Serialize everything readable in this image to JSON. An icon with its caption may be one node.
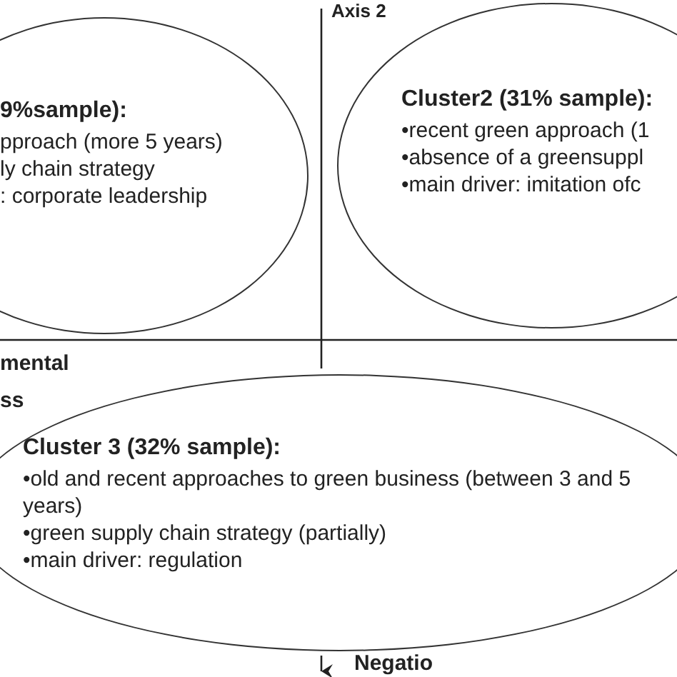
{
  "diagram": {
    "nodes": [
      {
        "text": [
          "9%sample):",
          "pproach (more 5 years)",
          "ly chain strategy",
          ": corporate leadership"
        ]
      },
      {
        "text": [
          "Cluster2 (31% sample):",
          "•recent green approach (1",
          "•absence of a greensuppl",
          "•main driver: imitation ofc"
        ]
      },
      {
        "text": [
          "Cluster 3 (32% sample):",
          "•old and recent approaches to green business (between 3 and 5 years)",
          "•green supply chain strategy (partially)",
          "•main driver: regulation"
        ]
      }
    ],
    "edges": [],
    "labels": [
      "Axis 2",
      "mental",
      "ss",
      "Negatio"
    ]
  }
}
